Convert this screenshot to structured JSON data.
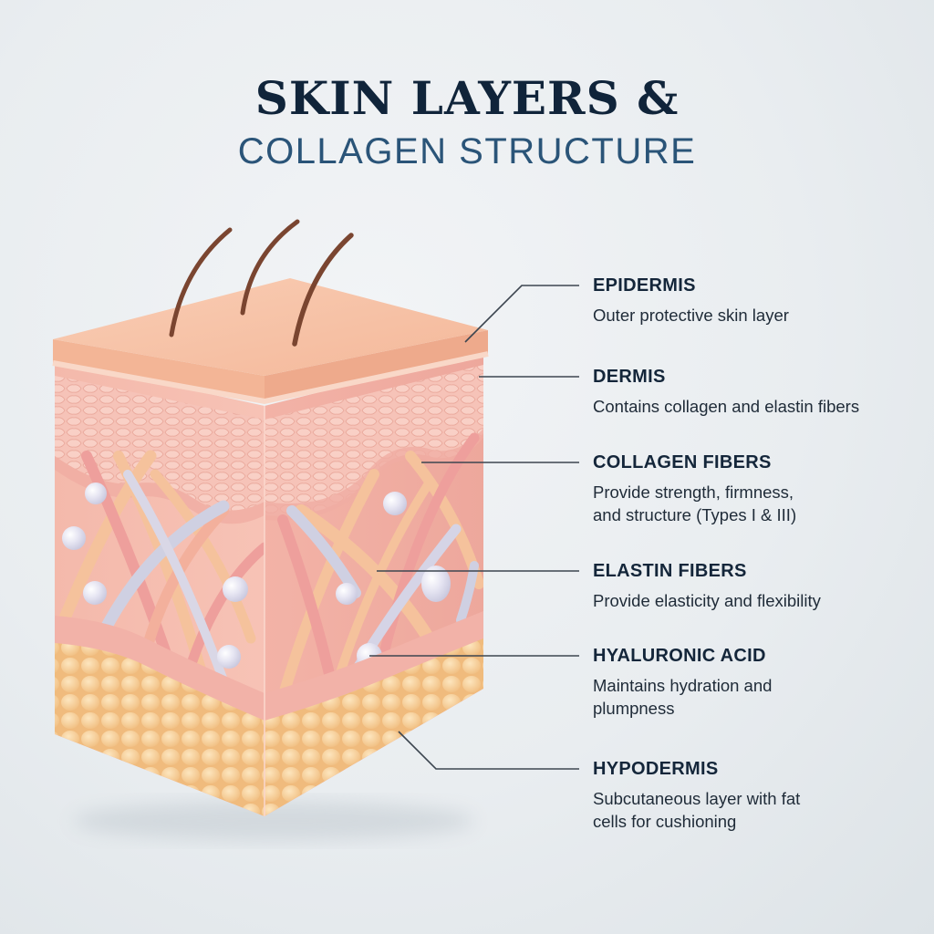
{
  "title": {
    "line1": "SKIN LAYERS &",
    "line2": "COLLAGEN STRUCTURE"
  },
  "colors": {
    "title_primary": "#10243a",
    "title_secondary": "#2a5478",
    "epidermis": "#f6c2a6",
    "dermis": "#f3b8ae",
    "collagen_fiber": "#f5c29c",
    "collagen_fiber_pink": "#ee9f9c",
    "elastin_fiber": "#cfd0e2",
    "hyaluronic_acid": "#e8e7f3",
    "hypodermis_fat": "#f9d39c",
    "hair": "#7a4530",
    "leader_line": "#3d4650"
  },
  "labels": [
    {
      "id": "epidermis",
      "name": "EPIDERMIS",
      "desc": "Outer protective skin layer"
    },
    {
      "id": "dermis",
      "name": "DERMIS",
      "desc": "Contains collagen and elastin fibers"
    },
    {
      "id": "collagen",
      "name": "COLLAGEN FIBERS",
      "desc": "Provide strength, firmness,\nand structure (Types I & III)"
    },
    {
      "id": "elastin",
      "name": "ELASTIN FIBERS",
      "desc": "Provide elasticity and flexibility"
    },
    {
      "id": "hyaluronic",
      "name": "HYALURONIC ACID",
      "desc": "Maintains hydration and\nplumpness"
    },
    {
      "id": "hypodermis",
      "name": "HYPODERMIS",
      "desc": "Subcutaneous layer with fat\ncells for cushioning"
    }
  ]
}
